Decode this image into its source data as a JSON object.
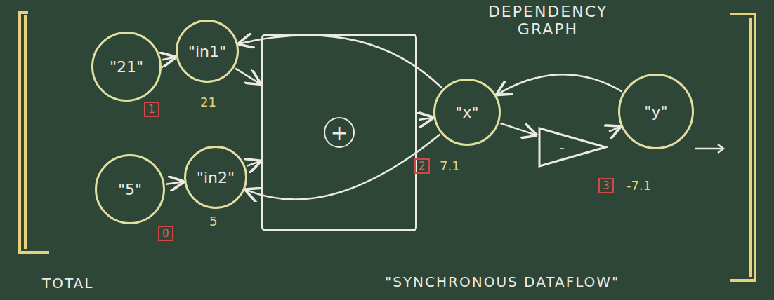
{
  "diagram": {
    "title": "DEPENDENCY GRAPH",
    "nodes": [
      {
        "text": [
          "\"21\""
        ]
      },
      {
        "text": [
          "\"in1\""
        ]
      },
      {
        "text": [
          "+"
        ]
      },
      {
        "text": [
          "\"x\""
        ]
      },
      {
        "text": [
          "-"
        ]
      },
      {
        "text": [
          "\"y\""
        ]
      },
      {
        "text": [
          "\"5\""
        ]
      },
      {
        "text": [
          "\"in2\""
        ]
      }
    ],
    "edges": [
      {
        "from": 0,
        "to": 1,
        "arrow": "to"
      },
      {
        "from": 6,
        "to": 7,
        "arrow": "to"
      },
      {
        "from": 1,
        "to": 2,
        "arrow": "to"
      },
      {
        "from": 7,
        "to": 2,
        "arrow": "to"
      },
      {
        "from": 3,
        "to": 1,
        "arrow": "to"
      },
      {
        "from": 3,
        "to": 7,
        "arrow": "to"
      },
      {
        "from": 2,
        "to": 3,
        "arrow": "to"
      },
      {
        "from": 3,
        "to": 4,
        "arrow": "to"
      },
      {
        "from": 4,
        "to": 5,
        "arrow": "to"
      },
      {
        "from": 5,
        "to": 3,
        "arrow": "to"
      }
    ],
    "labels": [
      "21",
      "1",
      "5",
      "0",
      "7.1",
      "2",
      "-7.1",
      "3",
      "TOTAL",
      "\"SYNCHRONOUS DATAFLOW\""
    ]
  }
}
